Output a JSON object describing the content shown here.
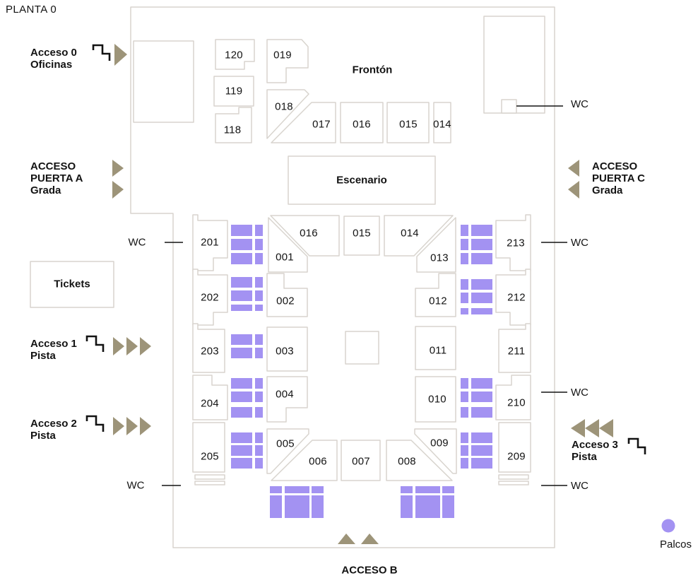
{
  "labels": {
    "planta": "PLANTA 0",
    "fronton": "Frontón",
    "escenario": "Escenario",
    "tickets": "Tickets",
    "acceso_b": "ACCESO B",
    "wc": "WC",
    "palcos": "Palcos"
  },
  "accesses": {
    "acceso0": {
      "line1": "Acceso 0",
      "line2": "Oficinas"
    },
    "puerta_a": {
      "line1": "ACCESO",
      "line2": "PUERTA A",
      "line3": "Grada"
    },
    "puerta_c": {
      "line1": "ACCESO",
      "line2": "PUERTA C",
      "line3": "Grada"
    },
    "acceso1": {
      "line1": "Acceso 1",
      "line2": "Pista"
    },
    "acceso2": {
      "line1": "Acceso 2",
      "line2": "Pista"
    },
    "acceso3": {
      "line1": "Acceso 3",
      "line2": "Pista"
    }
  },
  "sections": {
    "s120": "120",
    "s119": "119",
    "s118": "118",
    "s019": "019",
    "s018": "018",
    "s017": "017",
    "top_016": "016",
    "top_015": "015",
    "top_014": "014",
    "inner_016": "016",
    "inner_015": "015",
    "inner_014": "014",
    "s001": "001",
    "s002": "002",
    "s003": "003",
    "s004": "004",
    "s005": "005",
    "s006": "006",
    "s007": "007",
    "s008": "008",
    "s009": "009",
    "s010": "010",
    "s011": "011",
    "s012": "012",
    "s013": "013",
    "s201": "201",
    "s202": "202",
    "s203": "203",
    "s204": "204",
    "s205": "205",
    "s209": "209",
    "s210": "210",
    "s211": "211",
    "s212": "212",
    "s213": "213"
  },
  "colors": {
    "palco": "#a392f2",
    "arrow": "#9d9479",
    "outline": "#d8d4ce",
    "ink": "#131313"
  }
}
